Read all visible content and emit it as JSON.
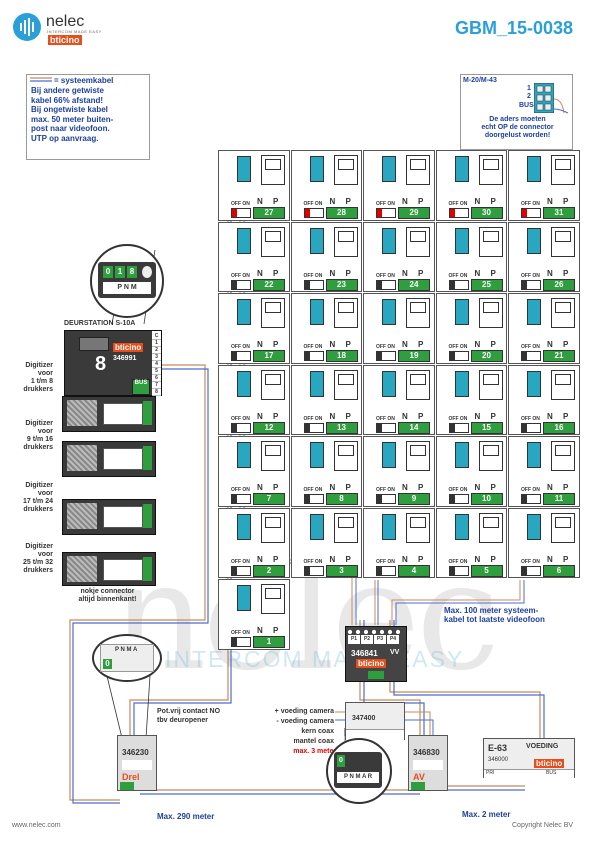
{
  "header": {
    "title": "GBM_15-0038",
    "logo_name": "nelec",
    "logo_tagline": "INTERCOM MADE EASY",
    "logo_brand": "bticino"
  },
  "note": {
    "label": "= systeemkabel",
    "text": "Bij andere getwiste\nkabel 66% afstand!\nBij ongetwiste kabel\nmax. 50 meter buiten-\npost naar videofoon.\nUTP op aanvraag."
  },
  "monitor_connector": {
    "model": "M-20/M-43",
    "pin1": "1",
    "pin2": "2",
    "bus": "BUS",
    "warning": "De aders moeten\necht OP de connector\ndoorgelust worden!"
  },
  "door_station": {
    "label": "DEURSTATION S-10A",
    "code": "346991",
    "brand": "bticino",
    "terminals": [
      "C",
      "1",
      "2",
      "3",
      "4",
      "5",
      "6",
      "7",
      "8"
    ],
    "bus_label": "BUS",
    "zoom_digits": [
      "0",
      "1",
      "8"
    ]
  },
  "digitizers": [
    {
      "label": "Digitizer\nvoor\n1 t/m 8\ndrukkers"
    },
    {
      "label": "Digitizer\nvoor\n9 t/m 16\ndrukkers"
    },
    {
      "label": "Digitizer\nvoor\n17 t/m 24\ndrukkers"
    },
    {
      "label": "Digitizer\nvoor\n25 t/m 32\ndrukkers"
    }
  ],
  "digitizer_note": "nokje connector\naltijd binnenkant!",
  "grid": {
    "switch_label": "OFF ON",
    "n_label": "N",
    "p_label": "P",
    "rows": [
      [
        "27",
        "28",
        "29",
        "30",
        "31"
      ],
      [
        "22",
        "23",
        "24",
        "25",
        "26"
      ],
      [
        "17",
        "18",
        "19",
        "20",
        "21"
      ],
      [
        "12",
        "13",
        "14",
        "15",
        "16"
      ],
      [
        "7",
        "8",
        "9",
        "10",
        "11"
      ],
      [
        "2",
        "3",
        "4",
        "5",
        "6"
      ],
      [
        "1"
      ]
    ]
  },
  "max_100": "Max. 100 meter systeem-\nkabel tot laatste videofoon",
  "distributor": {
    "code": "346841",
    "brand": "bticino",
    "ports": [
      "P1",
      "P2",
      "P3",
      "P4"
    ],
    "vv": "VV"
  },
  "relay": {
    "code": "346230",
    "label": "Drel",
    "note": "Pot.vrij contact NO\ntbv deuropener"
  },
  "camera_labels": {
    "plus": "+ voeding camera",
    "minus": "- voeding camera",
    "core": "kern coax",
    "shield": "mantel coax",
    "max": "max. 3 meter coax"
  },
  "adapter": {
    "code": "347400"
  },
  "av_module": {
    "code": "346830",
    "label": "AV"
  },
  "power_supply": {
    "model": "E-63",
    "label": "VOEDING",
    "code": "346000",
    "brand": "bticino",
    "terminal_left": "PRI",
    "terminal_right": "BUS"
  },
  "zoom_relay": {
    "digits": [
      "0"
    ],
    "marks": [
      "P",
      "N",
      "M",
      "A",
      "R"
    ]
  },
  "cable_labels": {
    "max290": "Max. 290 meter",
    "max2": "Max. 2 meter"
  },
  "footer": {
    "left": "www.nelec.com",
    "right": "Copyright Nelec BV"
  },
  "colors": {
    "title": "#2a9fd8",
    "note_text": "#1e3f9c",
    "terminal_green": "#2e9e3e",
    "red": "#e00000",
    "brand_orange": "#e84e1b",
    "cable": "#c88a5a"
  }
}
